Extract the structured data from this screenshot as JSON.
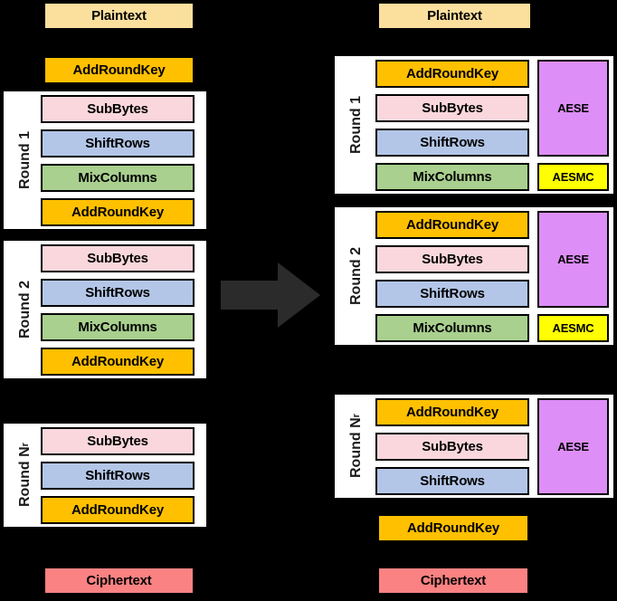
{
  "figure": {
    "title": "AES encryption rounds: software steps vs. ARM AES instruction mapping",
    "arrow_color": "#2b2b2b",
    "background": "#000000"
  },
  "palette": {
    "plaintext": "#fbdf9d",
    "ciphertext": "#fb8282",
    "add_round_key": "#ffc000",
    "sub_bytes": "#fad7dc",
    "shift_rows": "#b3c6e7",
    "mix_columns": "#a9d08e",
    "aese": "#dd8ef7",
    "aesmc": "#ffff00",
    "round_container": "#ffffff",
    "border": "#000000"
  },
  "left_panel": {
    "name": "standard-aes-flow",
    "top_label": "Plaintext",
    "initial_key_label": "AddRoundKey",
    "bottom_label": "Ciphertext",
    "rounds": [
      {
        "label": "Round 1",
        "label_sub": "",
        "steps": [
          "SubBytes",
          "ShiftRows",
          "MixColumns",
          "AddRoundKey"
        ]
      },
      {
        "label": "Round 2",
        "label_sub": "",
        "steps": [
          "SubBytes",
          "ShiftRows",
          "MixColumns",
          "AddRoundKey"
        ]
      },
      {
        "label": "Round N",
        "label_sub": "r",
        "steps": [
          "SubBytes",
          "ShiftRows",
          "AddRoundKey"
        ]
      }
    ]
  },
  "right_panel": {
    "name": "aes-instruction-flow",
    "top_label": "Plaintext",
    "final_key_label": "AddRoundKey",
    "bottom_label": "Ciphertext",
    "rounds": [
      {
        "label": "Round 1",
        "label_sub": "",
        "steps": [
          "AddRoundKey",
          "SubBytes",
          "ShiftRows",
          "MixColumns"
        ],
        "instructions": [
          "AESE",
          "AESMC"
        ]
      },
      {
        "label": "Round 2",
        "label_sub": "",
        "steps": [
          "AddRoundKey",
          "SubBytes",
          "ShiftRows",
          "MixColumns"
        ],
        "instructions": [
          "AESE",
          "AESMC"
        ]
      },
      {
        "label": "Round N",
        "label_sub": "r",
        "steps": [
          "AddRoundKey",
          "SubBytes",
          "ShiftRows"
        ],
        "instructions": [
          "AESE"
        ]
      }
    ]
  }
}
